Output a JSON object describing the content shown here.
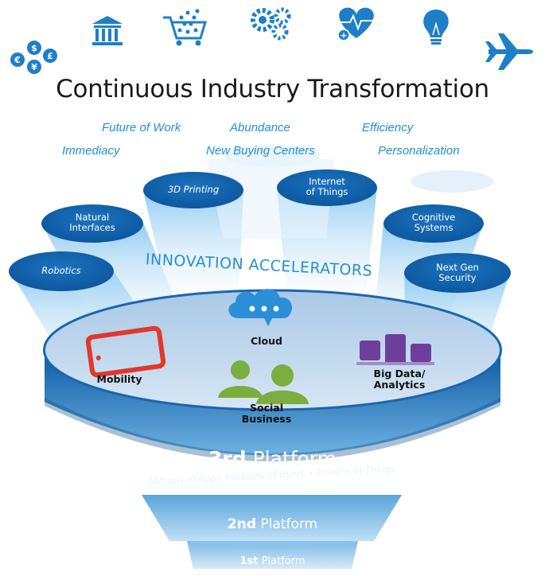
{
  "title": "Continuous Industry Transformation",
  "industry_icons": [
    "currency-icon",
    "bank-icon",
    "shopping-cart-icon",
    "gears-icon",
    "health-icon",
    "light-bulb-icon",
    "airplane-icon"
  ],
  "trends": {
    "future_of_work": "Future of Work",
    "abundance": "Abundance",
    "efficiency": "Efficiency",
    "immediacy": "Immediacy",
    "new_buying_centers": "New Buying Centers",
    "personalization": "Personalization"
  },
  "accelerators_heading": "INNOVATION ACCELERATORS",
  "accelerators": {
    "robotics": "Robotics",
    "natural_interfaces_1": "Natural",
    "natural_interfaces_2": "Interfaces",
    "printing_3d": "3D Printing",
    "iot_1": "Internet",
    "iot_2": "of Things",
    "cognitive_1": "Cognitive",
    "cognitive_2": "Systems",
    "security_1": "Next Gen",
    "security_2": "Security"
  },
  "capabilities": {
    "cloud": "Cloud",
    "mobility": "Mobility",
    "big_data_1": "Big Data/",
    "big_data_2": "Analytics",
    "social_1": "Social",
    "social_2": "Business"
  },
  "platforms": {
    "third_num": "3rd",
    "third_word": "Platform",
    "third_sub": "Millions of Apps • Billions of Users • Trillions of Things",
    "second_num": "2nd",
    "second_word": "Platform",
    "first_num": "1st",
    "first_word": "Platform"
  },
  "colors": {
    "accent": "#1e90d0",
    "disc_dark": "#0b4f91",
    "disc_top": "#b9d3ea",
    "mobility": "#e0382b",
    "cloud": "#2a8fd6",
    "social": "#7cae3e",
    "big_data": "#6e3f9a"
  }
}
